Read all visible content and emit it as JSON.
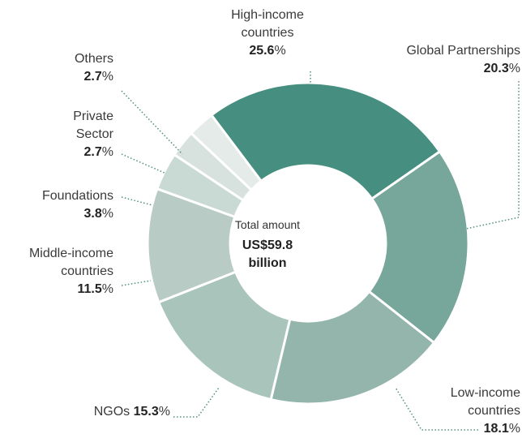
{
  "chart_data": {
    "type": "pie",
    "donut": true,
    "center_label": "Total amount",
    "center_value_line1": "US$59.8",
    "center_value_line2": "billion",
    "slices": [
      {
        "name_line1": "High-income",
        "name_line2": "countries",
        "value": "25.6",
        "color": "#468e7f"
      },
      {
        "name_line1": "Global Partnerships",
        "name_line2": "",
        "value": "20.3",
        "color": "#77a69a"
      },
      {
        "name_line1": "Low-income",
        "name_line2": "countries",
        "value": "18.1",
        "color": "#93b5ab"
      },
      {
        "name_line1": "NGOs",
        "name_line2": "",
        "value": "15.3",
        "color": "#a9c4bb"
      },
      {
        "name_line1": "Middle-income",
        "name_line2": "countries",
        "value": "11.5",
        "color": "#b8ccc5"
      },
      {
        "name_line1": "Foundations",
        "name_line2": "",
        "value": "3.8",
        "color": "#c9d9d3"
      },
      {
        "name_line1": "Private",
        "name_line2": "Sector",
        "value": "2.7",
        "color": "#d7e2de"
      },
      {
        "name_line1": "Others",
        "name_line2": "",
        "value": "2.7",
        "color": "#e4ebe8"
      }
    ],
    "percent_sign": "%",
    "leader_color": "#4f8f7e"
  }
}
